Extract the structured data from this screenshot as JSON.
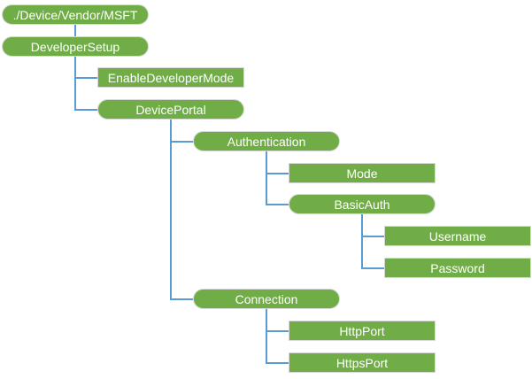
{
  "diagram": {
    "type": "tree",
    "root_path": "./Device/Vendor/MSFT",
    "colors": {
      "node_fill": "#70AD47",
      "node_border": "#D9D9D9",
      "connector": "#5B9BD5",
      "text": "#FFFFFF",
      "background": "#FFFFFF"
    },
    "nodes": [
      {
        "id": "msft-root",
        "label": "./Device/Vendor/MSFT",
        "shape": "pill",
        "depth": 0,
        "row": 0,
        "parent": null
      },
      {
        "id": "developer-setup",
        "label": "DeveloperSetup",
        "shape": "pill",
        "depth": 1,
        "row": 1,
        "parent": "msft-root"
      },
      {
        "id": "enable-developer-mode",
        "label": "EnableDeveloperMode",
        "shape": "rect",
        "depth": 2,
        "row": 2,
        "parent": "developer-setup"
      },
      {
        "id": "device-portal",
        "label": "DevicePortal",
        "shape": "pill",
        "depth": 2,
        "row": 3,
        "parent": "developer-setup"
      },
      {
        "id": "authentication",
        "label": "Authentication",
        "shape": "pill",
        "depth": 3,
        "row": 4,
        "parent": "device-portal"
      },
      {
        "id": "mode",
        "label": "Mode",
        "shape": "rect",
        "depth": 4,
        "row": 5,
        "parent": "authentication"
      },
      {
        "id": "basic-auth",
        "label": "BasicAuth",
        "shape": "pill",
        "depth": 4,
        "row": 6,
        "parent": "authentication"
      },
      {
        "id": "username",
        "label": "Username",
        "shape": "rect",
        "depth": 5,
        "row": 7,
        "parent": "basic-auth"
      },
      {
        "id": "password",
        "label": "Password",
        "shape": "rect",
        "depth": 5,
        "row": 8,
        "parent": "basic-auth"
      },
      {
        "id": "connection",
        "label": "Connection",
        "shape": "pill",
        "depth": 3,
        "row": 9,
        "parent": "device-portal"
      },
      {
        "id": "http-port",
        "label": "HttpPort",
        "shape": "rect",
        "depth": 4,
        "row": 10,
        "parent": "connection"
      },
      {
        "id": "https-port",
        "label": "HttpsPort",
        "shape": "rect",
        "depth": 4,
        "row": 11,
        "parent": "connection"
      }
    ]
  }
}
